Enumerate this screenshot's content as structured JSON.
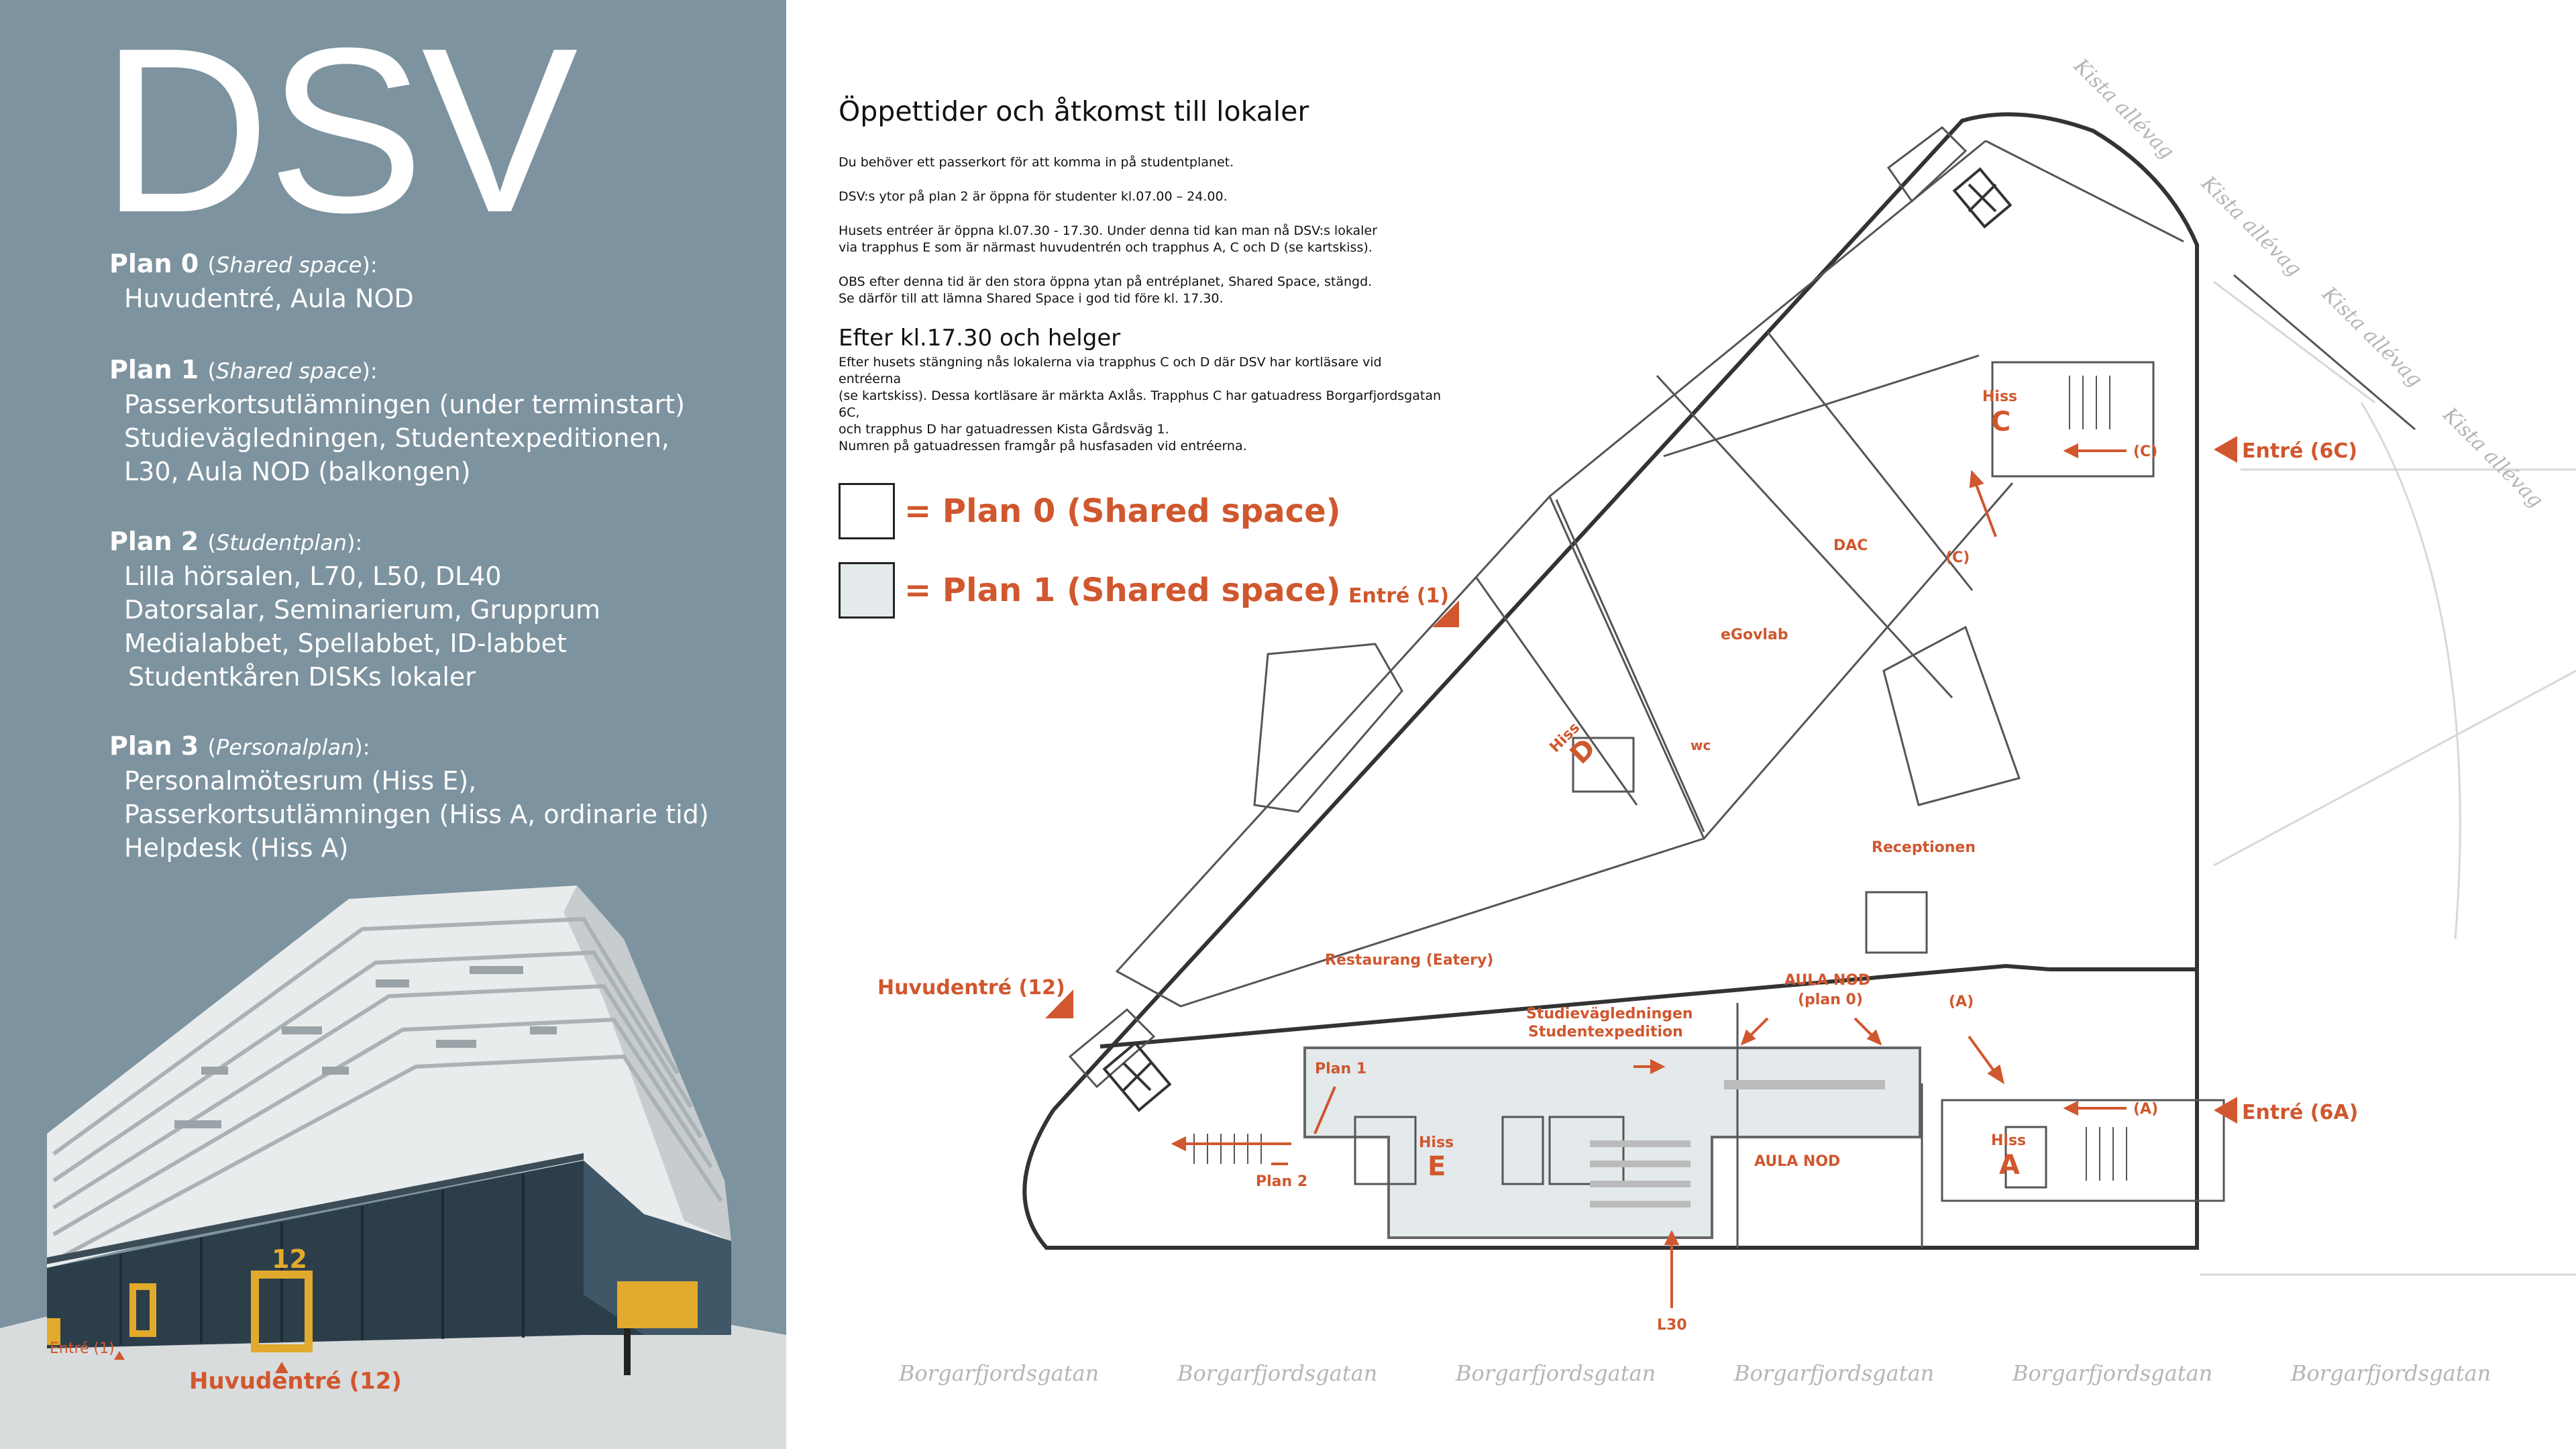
{
  "logo": "DSV",
  "plans": [
    {
      "name": "Plan 0",
      "type": "Shared space",
      "items": [
        "Huvudentré, Aula NOD"
      ]
    },
    {
      "name": "Plan 1",
      "type": "Shared space",
      "items": [
        "Passerkortsutlämningen (under terminstart)",
        "Studievägledningen, Studentexpeditionen,",
        "L30, Aula NOD (balkongen)"
      ]
    },
    {
      "name": "Plan 2",
      "type": "Studentplan",
      "items": [
        "Lilla hörsalen, L70, L50, DL40",
        "Datorsalar, Seminarierum, Grupprum",
        "Medialabbet, Spellabbet, ID-labbet",
        "Studentkåren DISKs lokaler"
      ]
    },
    {
      "name": "Plan 3",
      "type": "Personalplan",
      "items": [
        "Personalmötesrum (Hiss E),",
        "Passerkortsutlämningen (Hiss A, ordinarie tid)",
        "Helpdesk (Hiss A)"
      ]
    }
  ],
  "building": {
    "entre1": "Entré (1)",
    "huvudentre": "Huvudentré (12)",
    "sign_number": "12"
  },
  "info": {
    "title": "Öppettider och åtkomst till lokaler",
    "p1": "Du behöver ett passerkort för att komma in på studentplanet.",
    "p2": "DSV:s ytor på plan 2 är öppna för studenter kl.07.00 – 24.00.",
    "p3a": "Husets entréer är öppna kl.07.30 - 17.30. Under denna tid kan man nå DSV:s lokaler",
    "p3b": "via trapphus E som är närmast huvudentrén och trapphus A, C och D (se kartskiss).",
    "p4a": "OBS efter denna tid är den stora öppna ytan på entréplanet, Shared Space, stängd.",
    "p4b": "Se därför till att lämna Shared Space i god tid före kl. 17.30.",
    "after_title": "Efter kl.17.30 och helger",
    "p5a": "Efter husets stängning nås lokalerna via trapphus C och D där DSV har kortläsare vid entréerna",
    "p5b": "(se kartskiss). Dessa kortläsare är märkta Axlås. Trapphus C har gatuadress Borgarfjordsgatan 6C,",
    "p5c": "och trapphus D har gatuadressen Kista Gårdsväg 1.",
    "p5d": "Numren på gatuadressen framgår på husfasaden vid entréerna."
  },
  "legend": [
    {
      "label": "= Plan 0 (Shared space)",
      "color": "#ffffff"
    },
    {
      "label": "= Plan 1 (Shared space)",
      "color": "#e4e9ec"
    }
  ],
  "map": {
    "streets": {
      "kista": "Kista allévag",
      "borgar": "Borgarfjordsgatan"
    },
    "entrances": {
      "e6c": "Entré (6C)",
      "e1": "Entré (1)",
      "huvud": "Huvudentré (12)",
      "e6a": "Entré (6A)"
    },
    "lifts": {
      "hiss": "Hiss",
      "c": "C",
      "d": "D",
      "e": "E",
      "a": "A"
    },
    "rooms": {
      "dac": "DAC",
      "egovlab": "eGovlab",
      "wc": "wc",
      "receptionen": "Receptionen",
      "restaurang": "Restaurang (Eatery)",
      "aula_plan0_a": "AULA NOD",
      "aula_plan0_b": "(plan 0)",
      "studie_a": "Studievägledningen",
      "studie_b": "Studentexpedition",
      "aula": "AULA NOD",
      "l30": "L30"
    },
    "labels": {
      "c": "(C)",
      "a": "(A)",
      "plan1": "Plan 1",
      "plan2": "Plan 2"
    }
  }
}
